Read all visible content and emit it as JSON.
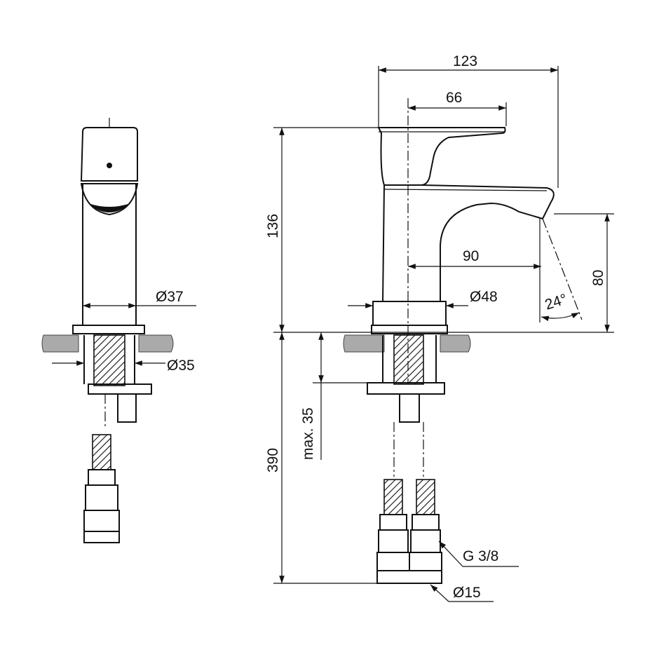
{
  "dimensions": {
    "side_width": "Ø37",
    "side_thread": "Ø35",
    "total_width": "123",
    "lever_width": "66",
    "height": "136",
    "spout_reach": "90",
    "body_diameter": "Ø48",
    "spout_height": "80",
    "spout_angle": "24°",
    "mount_thickness": "max. 35",
    "hose_length": "390",
    "hose_thread": "G 3/8",
    "hose_diameter": "Ø15"
  }
}
